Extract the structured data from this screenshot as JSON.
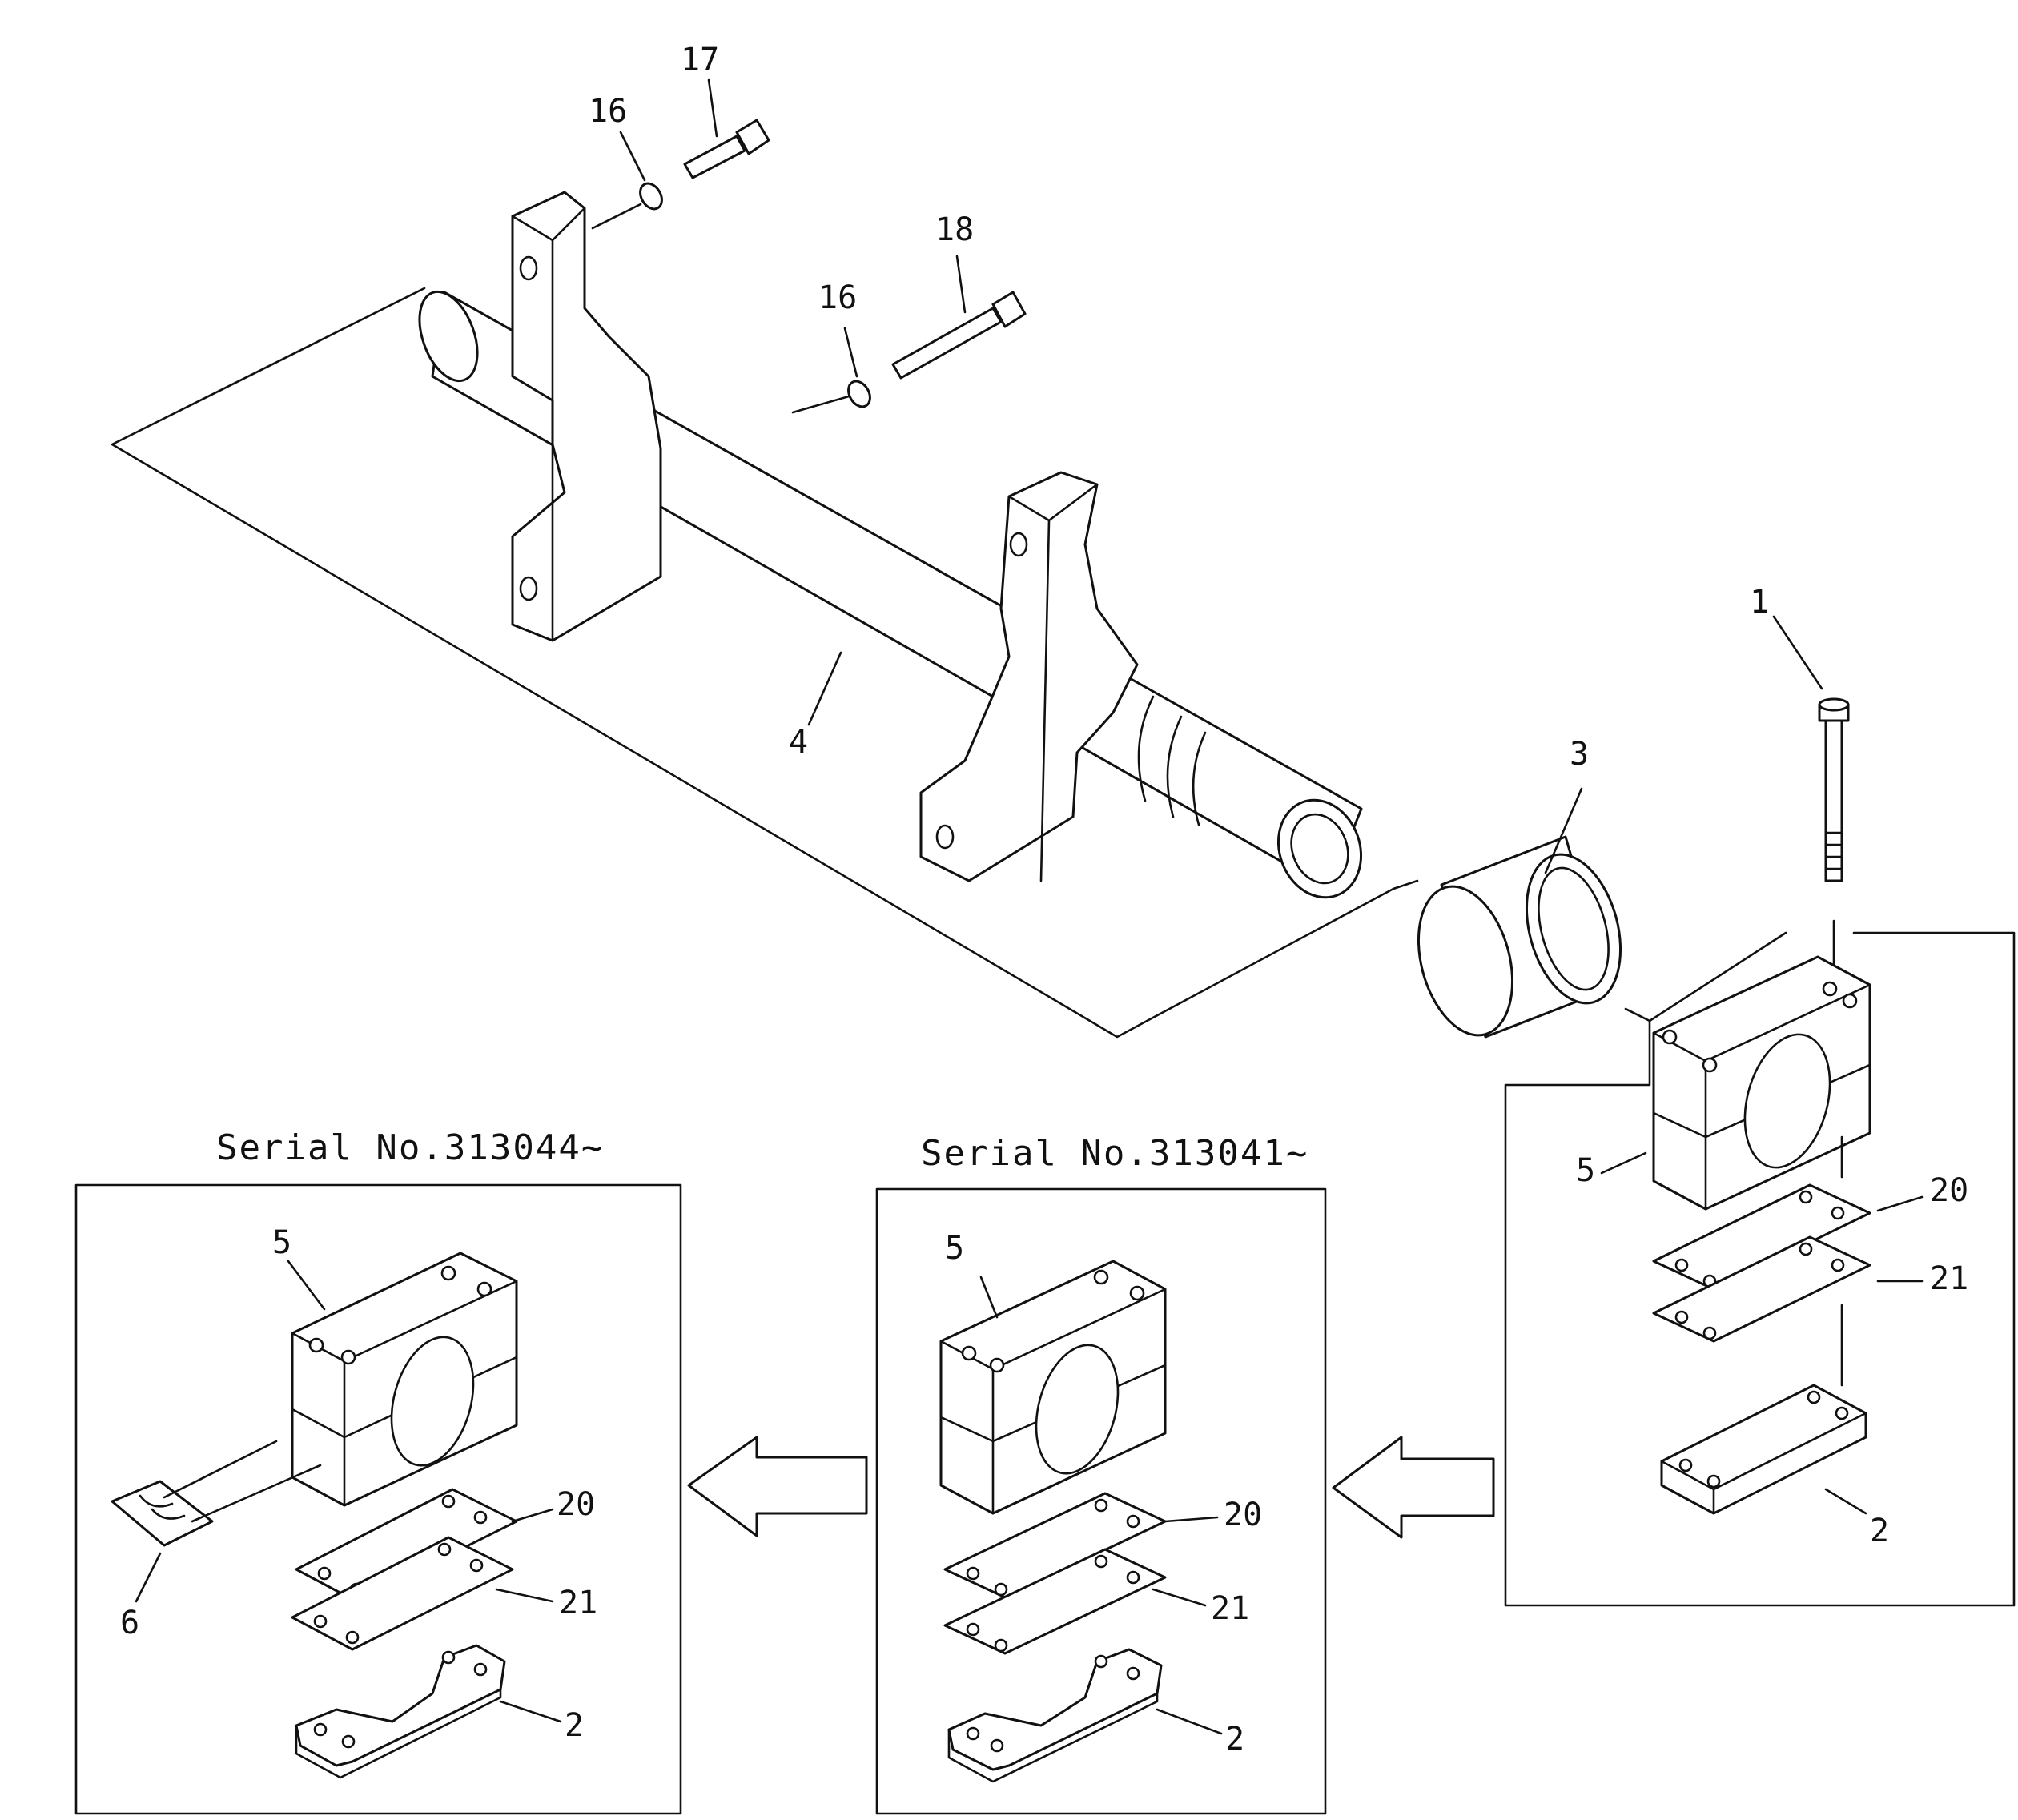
{
  "diagram": {
    "panel_left": {
      "serial": "Serial No.313044~"
    },
    "panel_middle": {
      "serial": "Serial No.313041~"
    },
    "callouts": {
      "p1": "1",
      "p2": "2",
      "p3": "3",
      "p4": "4",
      "p5": "5",
      "p6": "6",
      "p16": "16",
      "p17": "17",
      "p18": "18",
      "p20": "20",
      "p21": "21"
    }
  }
}
